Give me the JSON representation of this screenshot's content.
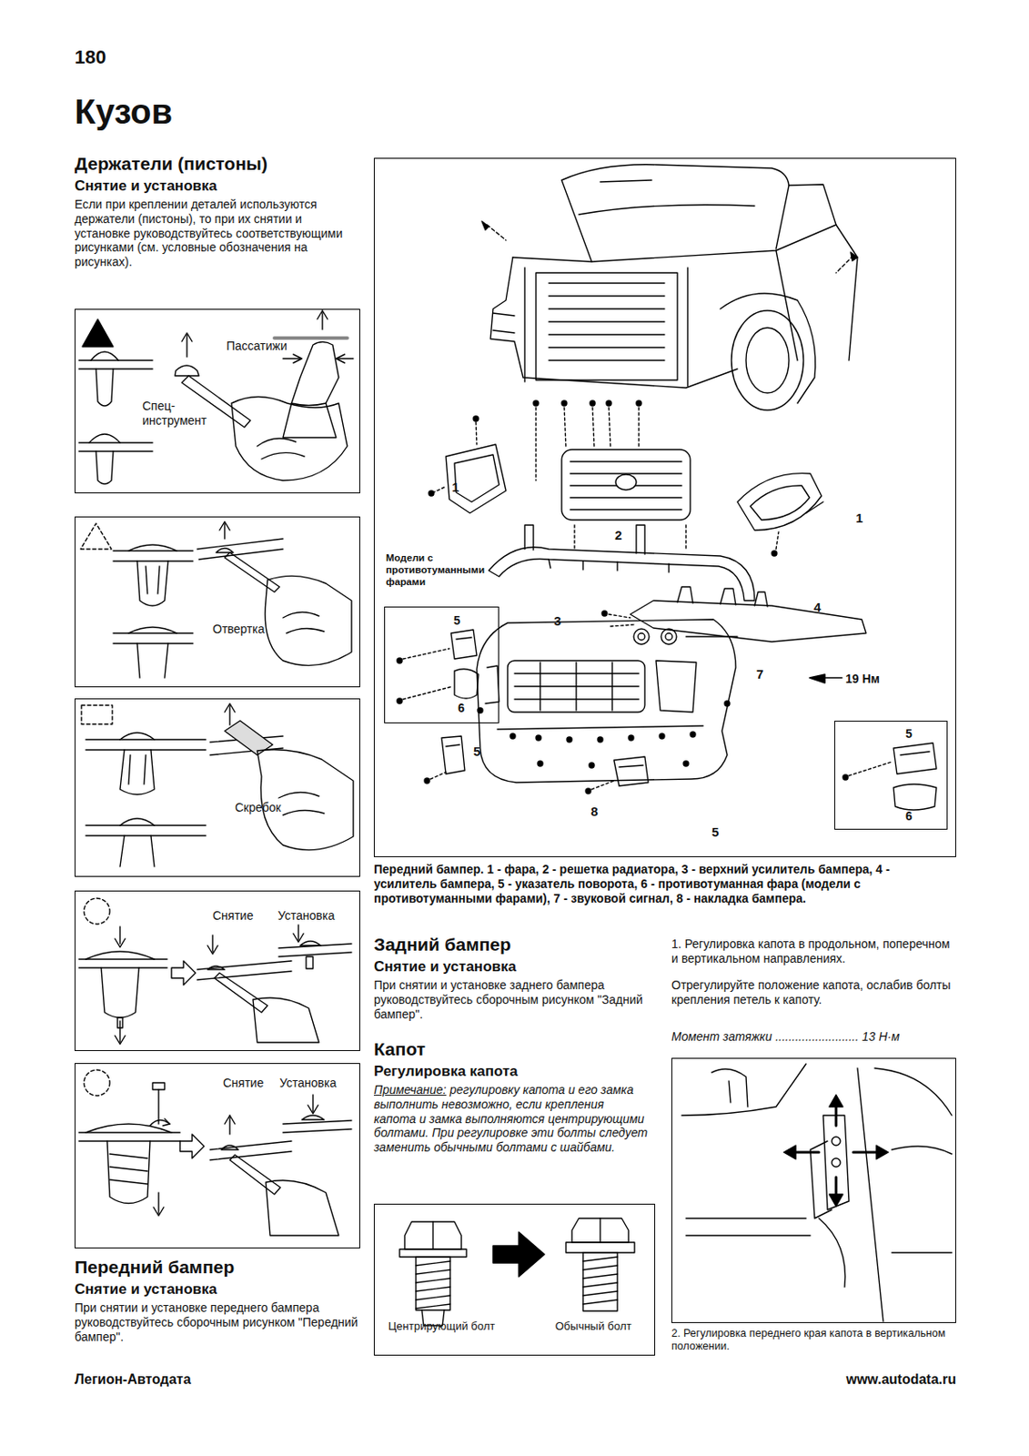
{
  "diagram": {
    "title": "Кузов",
    "nodes": [
      {
        "text": [
          "Пассатижи",
          "Спец- инструмент"
        ]
      },
      {
        "text": [
          "Отвертка"
        ]
      },
      {
        "text": [
          "Скребок"
        ]
      },
      {
        "text": [
          "Снятие",
          "Установка"
        ]
      },
      {
        "text": [
          "Снятие",
          "Установка"
        ]
      },
      {
        "text": [
          "1",
          "2",
          "1",
          "3",
          "4",
          "19 Нм",
          "7",
          "5",
          "8",
          "5"
        ]
      },
      {
        "text": [
          "Модели с противотуманными фарами",
          "5",
          "6"
        ],
        "in": 5
      },
      {
        "text": [
          "5",
          "6"
        ],
        "in": 5
      },
      {
        "text": [
          "Центрирующий болт",
          "Обычный болт"
        ]
      },
      {
        "text": [
          "2. Регулировка переднего края капота в вертикальном положении."
        ]
      }
    ],
    "labels": [
      "180",
      "Держатели (пистоны)",
      "Снятие и установка",
      "Если при креплении деталей используются держатели (пистоны), то при их снятии и установке руководствуйтесь соответствующими рисунками (см. условные обозначения на рисунках).",
      "Передний бампер",
      "Снятие и установка",
      "При снятии и установке переднего бампера руководствуйтесь сборочным рисунком \"Передний бампер\".",
      "Передний бампер. 1 - фара, 2 - решетка радиатора, 3 - верхний усилитель бампера, 4 - усилитель бампера, 5 - указатель поворота, 6 - противотуманная фара (модели с противотуманными фарами), 7 - звуковой сигнал, 8 - накладка бампера.",
      "Задний бампер",
      "Снятие и установка",
      "При снятии и установке заднего бампера руководствуйтесь сборочным рисунком \"Задний бампер\".",
      "Капот",
      "Регулировка капота",
      "Примечание:",
      "регулировку капота и его замка выполнить невозможно, если крепления капота и замка выполняются центрирующими болтами. При регулировке эти болты следует заменить обычными болтами с шайбами.",
      "1. Регулировка капота в продольном, поперечном и вертикальном направлениях.",
      "Отрегулируйте положение капота, ослабив болты крепления петель к капоту.",
      "Момент затяжки ......................... 13 Н·м",
      "Легион-Автодата",
      "www.autodata.ru"
    ]
  }
}
